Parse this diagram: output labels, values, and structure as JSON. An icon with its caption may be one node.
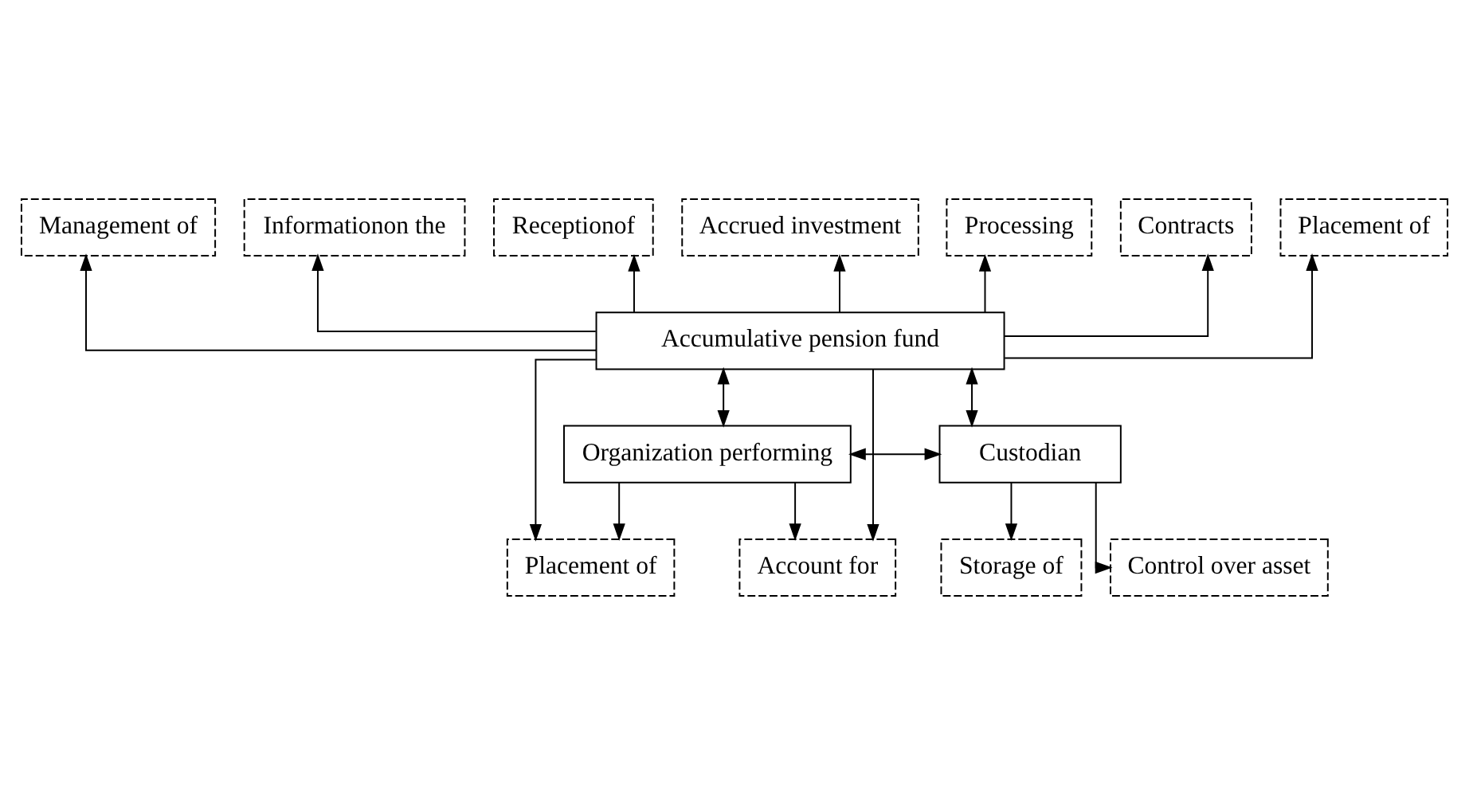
{
  "diagram": {
    "nodes": [
      {
        "text": [
          "Management of"
        ]
      },
      {
        "text": [
          "Informationon the"
        ]
      },
      {
        "text": [
          "Receptionof"
        ]
      },
      {
        "text": [
          "Accrued investment"
        ]
      },
      {
        "text": [
          "Processing"
        ]
      },
      {
        "text": [
          "Contracts"
        ]
      },
      {
        "text": [
          "Placement of"
        ]
      },
      {
        "text": [
          "Accumulative pension fund"
        ]
      },
      {
        "text": [
          "Organization performing"
        ]
      },
      {
        "text": [
          "Custodian"
        ]
      },
      {
        "text": [
          "Placement of"
        ]
      },
      {
        "text": [
          "Storage of"
        ]
      },
      {
        "text": [
          "Account for"
        ]
      },
      {
        "text": [
          "Control over asset"
        ]
      }
    ],
    "edges": [
      {
        "from": 7,
        "to": 0,
        "arrow": "to"
      },
      {
        "from": 7,
        "to": 2,
        "arrow": "to"
      },
      {
        "from": 7,
        "to": 5,
        "arrow": "to"
      },
      {
        "from": 7,
        "to": 3,
        "arrow": "to"
      },
      {
        "from": 7,
        "to": 1,
        "arrow": "to"
      },
      {
        "from": 7,
        "to": 4,
        "arrow": "to"
      },
      {
        "from": 7,
        "to": 6,
        "arrow": "to"
      },
      {
        "from": 7,
        "to": 8,
        "arrow": "both"
      },
      {
        "from": 7,
        "to": 9,
        "arrow": "both"
      },
      {
        "from": 8,
        "to": 9,
        "arrow": "both"
      },
      {
        "from": 8,
        "to": 10,
        "arrow": "to"
      },
      {
        "from": 7,
        "to": 10,
        "arrow": "to"
      },
      {
        "from": 8,
        "to": 12,
        "arrow": "to"
      },
      {
        "from": 7,
        "to": 12,
        "arrow": "to"
      },
      {
        "from": 9,
        "to": 11,
        "arrow": "to"
      },
      {
        "from": 9,
        "to": 13,
        "arrow": "to"
      }
    ]
  }
}
